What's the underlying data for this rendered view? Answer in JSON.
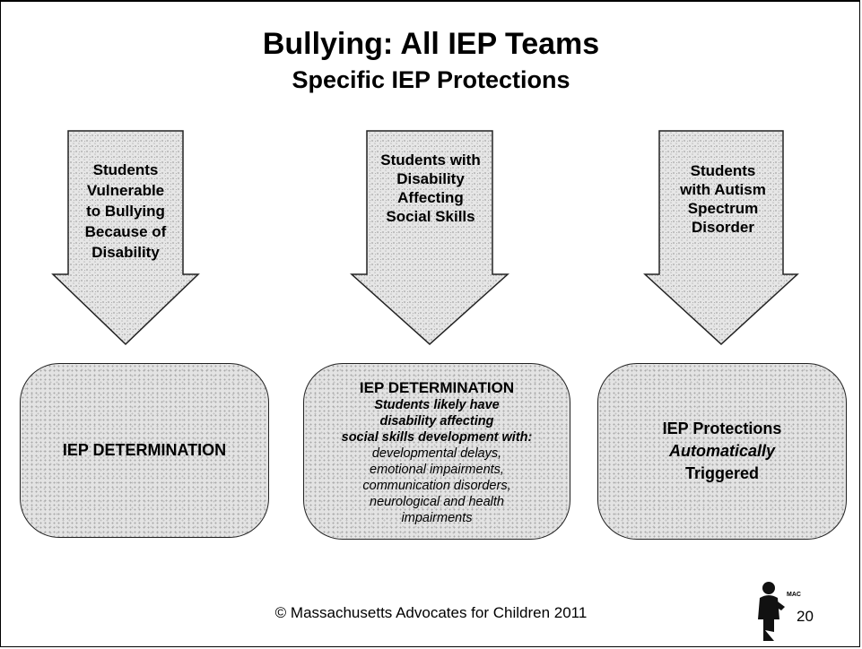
{
  "slide": {
    "title": "Bullying: All IEP Teams",
    "subtitle": "Specific IEP Protections"
  },
  "arrows": [
    {
      "lines": [
        "Students",
        "Vulnerable",
        "to Bullying",
        "Because of",
        "Disability"
      ]
    },
    {
      "lines": [
        "Students with",
        "Disability",
        "Affecting",
        "Social Skills"
      ]
    },
    {
      "lines": [
        "Students",
        "with Autism",
        "Spectrum",
        "Disorder"
      ]
    }
  ],
  "boxes": [
    {
      "text": "IEP DETERMINATION"
    },
    {
      "title": "IEP DETERMINATION",
      "bold_italic_lines": [
        "Students likely have",
        "disability affecting",
        "social skills development with:"
      ],
      "italic_lines": [
        "developmental delays,",
        "emotional impairments,",
        "communication disorders,",
        "neurological and health",
        "impairments"
      ]
    },
    {
      "lines": [
        "IEP Protections",
        "Automatically",
        "Triggered"
      ]
    }
  ],
  "footer": {
    "copyright": "© Massachusetts Advocates for Children 2011",
    "page_number": "20",
    "logo_text": "MAC"
  },
  "colors": {
    "fill": "#e3e3e3",
    "stipple": "#a8a8a8",
    "outline": "#222222"
  }
}
